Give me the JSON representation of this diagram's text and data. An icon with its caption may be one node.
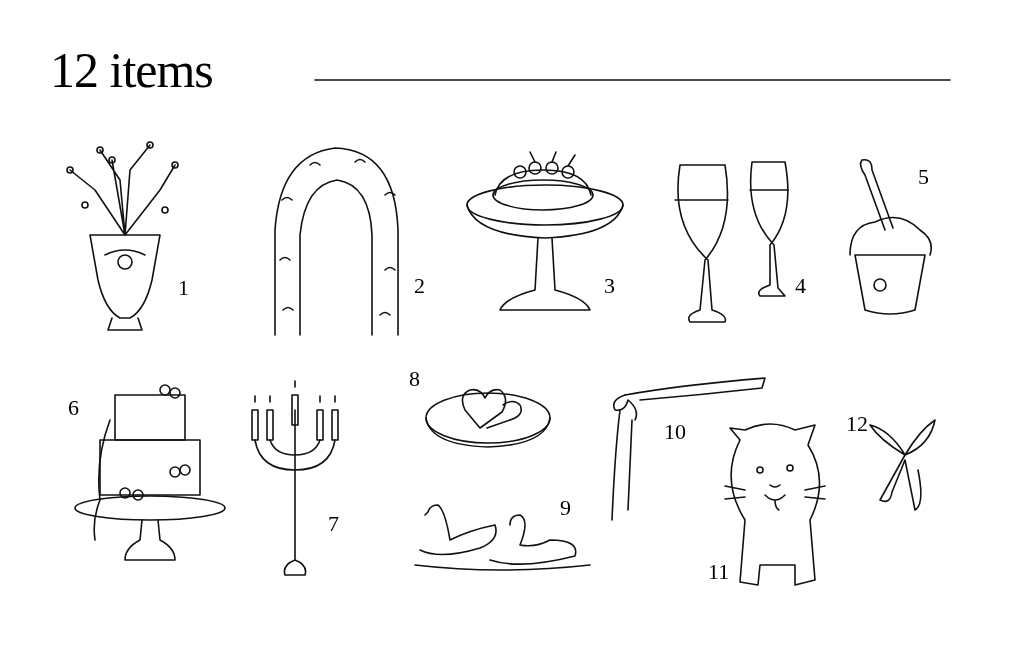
{
  "diagram": {
    "title": "12 items",
    "labels": [
      "1",
      "2",
      "3",
      "4",
      "5",
      "6",
      "7",
      "8",
      "9",
      "10",
      "11",
      "12"
    ]
  }
}
